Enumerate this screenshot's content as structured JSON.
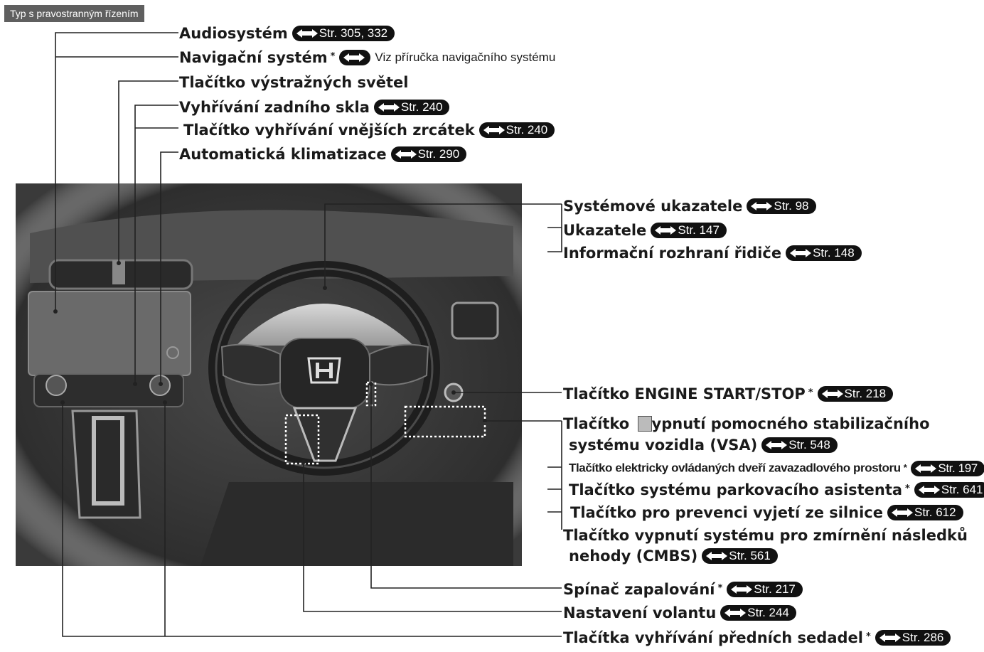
{
  "header_tag": "Typ s pravostranným řízením",
  "left_labels": [
    {
      "text": "Audiosystém",
      "ref": "Str. 305, 332"
    },
    {
      "text": "Navigační systém",
      "star": "*",
      "note": "Viz příručka navigačního systému"
    },
    {
      "text": "Tlačítko výstražných světel"
    },
    {
      "text": "Vyhřívání zadního skla",
      "ref": "Str. 240"
    },
    {
      "text": "Tlačítko vyhřívání vnějších zrcátek",
      "ref": "Str. 240"
    },
    {
      "text": "Automatická klimatizace",
      "ref": "Str. 290"
    }
  ],
  "right_labels": [
    {
      "text": "Systémové ukazatele",
      "ref": "Str. 98"
    },
    {
      "text": "Ukazatele",
      "ref": "Str. 147"
    },
    {
      "text": "Informační rozhraní řidiče",
      "ref": "Str. 148"
    },
    {
      "text": "Tlačítko ENGINE START/STOP",
      "star": "*",
      "ref": "Str. 218"
    },
    {
      "text": "Tlačítko",
      "icon": "vsa-off-icon",
      "line1_rest": "ypnutí pomocného stabilizačního",
      "line2": "systému vozidla (VSA)",
      "ref": "Str. 548"
    },
    {
      "text": "Tlačítko elektricky ovládaných dveří zavazadlového prostoru",
      "star": "*",
      "ref": "Str. 197"
    },
    {
      "text": "Tlačítko systému parkovacího asistenta",
      "star": "*",
      "ref": "Str. 641"
    },
    {
      "text": "Tlačítko pro prevenci vyjetí ze silnice",
      "ref": "Str. 612"
    },
    {
      "text": "Tlačítko vypnutí systému pro zmírnění následků",
      "line2": "nehody (CMBS)",
      "ref": "Str. 561"
    },
    {
      "text": "Spínač zapalování",
      "star": "*",
      "ref": "Str. 217"
    },
    {
      "text": "Nastavení volantu",
      "ref": "Str. 244"
    },
    {
      "text": "Tlačítka vyhřívání předních sedadel",
      "star": "*",
      "ref": "Str. 286"
    }
  ],
  "colors": {
    "ref_bg": "#111111",
    "tag_bg": "#5f5f5f",
    "line": "#222222"
  }
}
